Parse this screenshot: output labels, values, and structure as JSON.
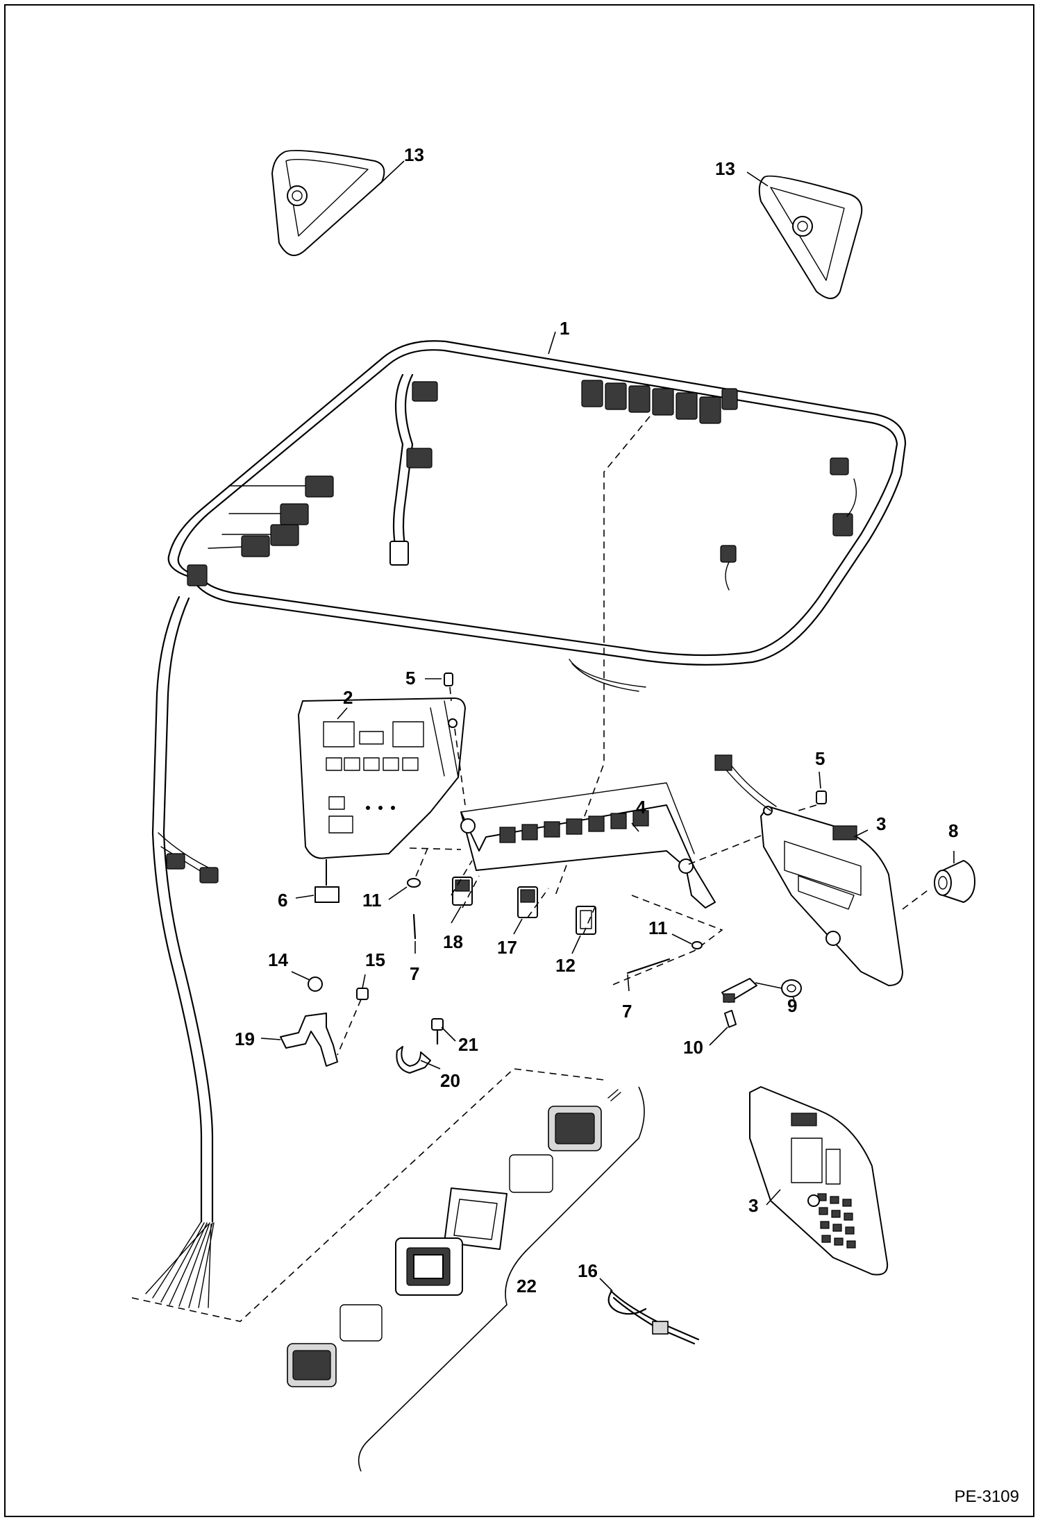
{
  "drawing_number": "PE-3109",
  "callouts": {
    "c1": "1",
    "c2": "2",
    "c3a": "3",
    "c3b": "3",
    "c4": "4",
    "c5a": "5",
    "c5b": "5",
    "c6": "6",
    "c7a": "7",
    "c7b": "7",
    "c8": "8",
    "c9": "9",
    "c10": "10",
    "c11a": "11",
    "c11b": "11",
    "c12": "12",
    "c13a": "13",
    "c13b": "13",
    "c14": "14",
    "c15": "15",
    "c16": "16",
    "c17": "17",
    "c18": "18",
    "c19": "19",
    "c20": "20",
    "c21": "21",
    "c22": "22"
  }
}
